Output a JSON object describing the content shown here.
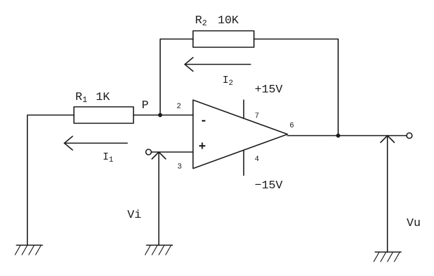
{
  "components": {
    "r1": {
      "designator": "R",
      "sub": "1",
      "value": "1K"
    },
    "r2": {
      "designator": "R",
      "sub": "2",
      "value": "10K"
    }
  },
  "currents": {
    "i1": {
      "symbol": "I",
      "sub": "1"
    },
    "i2": {
      "symbol": "I",
      "sub": "2"
    }
  },
  "node_p": "P",
  "opamp": {
    "inverting_sign": "-",
    "noninverting_sign": "+",
    "pin_inverting": "2",
    "pin_noninverting": "3",
    "pin_output": "6",
    "pin_vplus": "7",
    "pin_vminus": "4"
  },
  "supplies": {
    "positive": "+15V",
    "negative": "−15V"
  },
  "voltages": {
    "input": "Vi",
    "output": "Vu"
  },
  "icons": [
    "ground-icon",
    "arrow-left-icon",
    "terminal-icon",
    "resistor-icon",
    "opamp-icon"
  ]
}
